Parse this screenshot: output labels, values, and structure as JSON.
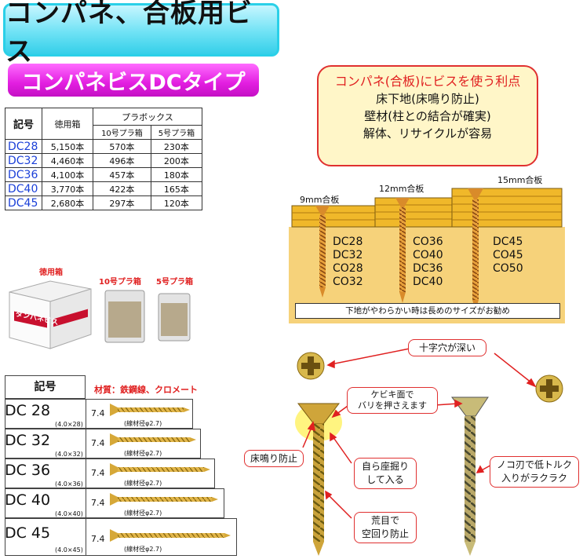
{
  "title": "コンパネ、合板用ビス",
  "subtitle": "コンパネビスDCタイプ",
  "qty_table": {
    "col_code": "記号",
    "col_box": "徳用箱",
    "col_pla": "プラボックス",
    "col_pla10": "10号プラ箱",
    "col_pla5": "5号プラ箱",
    "rows": [
      {
        "code": "DC28",
        "box": "5,150本",
        "pla10": "570本",
        "pla5": "230本"
      },
      {
        "code": "DC32",
        "box": "4,460本",
        "pla10": "496本",
        "pla5": "200本"
      },
      {
        "code": "DC36",
        "box": "4,100本",
        "pla10": "457本",
        "pla5": "180本"
      },
      {
        "code": "DC40",
        "box": "3,770本",
        "pla10": "422本",
        "pla5": "165本"
      },
      {
        "code": "DC45",
        "box": "2,680本",
        "pla10": "297本",
        "pla5": "120本"
      }
    ]
  },
  "benefits": {
    "title": "コンパネ(合板)にビスを使う利点",
    "items": [
      "床下地(床鳴り防止)",
      "壁材(柱との結合が確実)",
      "解体、リサイクルが容易"
    ]
  },
  "plywood": {
    "boards": [
      "9mm合板",
      "12mm合板",
      "15mm合板"
    ],
    "group1": [
      "DC28",
      "DC32",
      "CO28",
      "CO32"
    ],
    "group2": [
      "CO36",
      "CO40",
      "DC36",
      "DC40"
    ],
    "group3": [
      "DC45",
      "CO45",
      "CO50"
    ],
    "note": "下地がやわらかい時は長めのサイズがお勧め"
  },
  "photos": {
    "box_label": "徳用箱",
    "box_print": "ダンパネビス",
    "pla10_label": "10号プラ箱",
    "pla5_label": "5号プラ箱"
  },
  "spec": {
    "header": "記号",
    "material": "材質：鉄鋼線、クロメート",
    "rows": [
      {
        "code": "DC 28",
        "size": "(4.0×28)",
        "head": "7.4",
        "wire": "(線材径φ2.7)"
      },
      {
        "code": "DC 32",
        "size": "(4.0×32)",
        "head": "7.4",
        "wire": "(線材径φ2.7)"
      },
      {
        "code": "DC 36",
        "size": "(4.0×36)",
        "head": "7.4",
        "wire": "(線材径φ2.7)"
      },
      {
        "code": "DC 40",
        "size": "(4.0×40)",
        "head": "7.4",
        "wire": "(線材径φ2.7)"
      },
      {
        "code": "DC 45",
        "size": "(4.0×45)",
        "head": "7.4",
        "wire": "(線材径φ2.7)"
      }
    ]
  },
  "callouts": {
    "deep_cross": "十字穴が深い",
    "kebiki_1": "ケビキ面で",
    "kebiki_2": "バリを押さえます",
    "squeak": "床鳴り防止",
    "self_ream_1": "自ら座掘り",
    "self_ream_2": "して入る",
    "coarse_1": "荒目で",
    "coarse_2": "空回り防止",
    "saw_1": "ノコ刃で低トルク",
    "saw_2": "入りがラクラク"
  },
  "colors": {
    "accent_cyan": "#34cfe9",
    "accent_magenta": "#e21ee0",
    "code_blue": "#1a3fd8",
    "red": "#e02020",
    "wood": "#f3c74a",
    "screw_gold": "#d98b2a"
  }
}
